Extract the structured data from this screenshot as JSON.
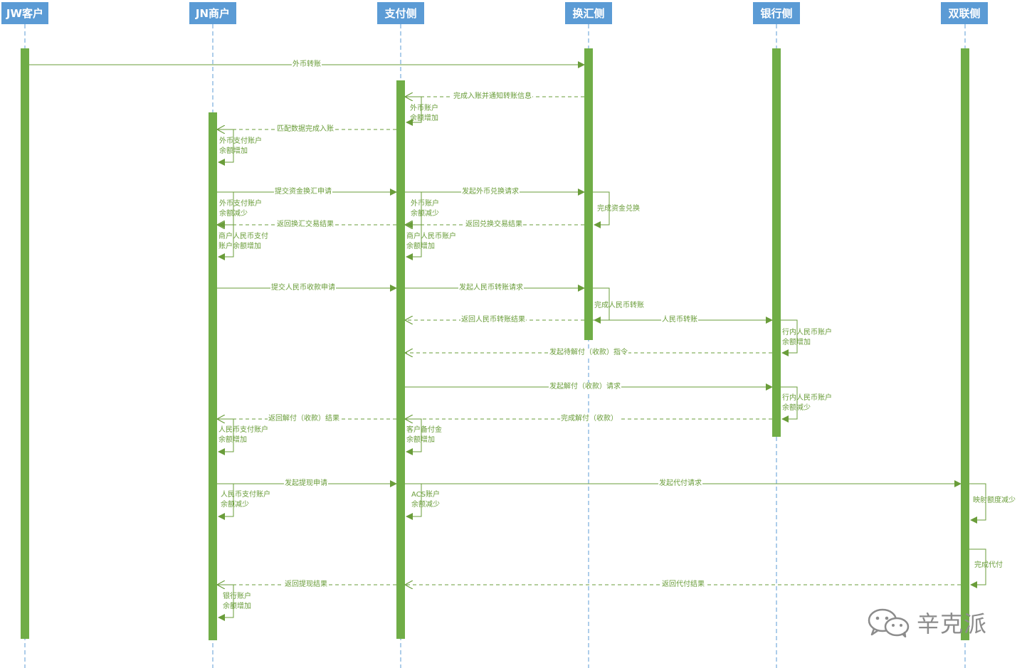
{
  "participants": [
    {
      "key": "jw",
      "label": "JW客户"
    },
    {
      "key": "jn",
      "label": "JN商户"
    },
    {
      "key": "pay",
      "label": "支付侧"
    },
    {
      "key": "fx",
      "label": "换汇侧"
    },
    {
      "key": "bank",
      "label": "银行侧"
    },
    {
      "key": "union",
      "label": "双联侧"
    }
  ],
  "messages": [
    {
      "label": "外币转账"
    },
    {
      "label": "完成入账并通知转账信息"
    },
    {
      "label": "匹配数据完成入账"
    },
    {
      "label": "提交资金换汇申请"
    },
    {
      "label": "发起外币兑换请求"
    },
    {
      "label": "返回换汇交易结果"
    },
    {
      "label": "返回兑换交易结果"
    },
    {
      "label": "提交人民币收款申请"
    },
    {
      "label": "发起人民币转账请求"
    },
    {
      "label": "返回人民币转账结果"
    },
    {
      "label": "人民币转账"
    },
    {
      "label": "发起待解付（收款）指令"
    },
    {
      "label": "发起解付（收款）请求"
    },
    {
      "label": "返回解付（收款）结果"
    },
    {
      "label": "完成解付（收款）"
    },
    {
      "label": "发起提现申请"
    },
    {
      "label": "发起代付请求"
    },
    {
      "label": "返回提现结果"
    },
    {
      "label": "返回代付结果"
    }
  ],
  "notes": [
    {
      "text": "外币账户\n余额增加"
    },
    {
      "text": "外币支付账户\n余额增加"
    },
    {
      "text": "外币支付账户\n余额减少"
    },
    {
      "text": "外币账户\n余额减少"
    },
    {
      "text": "完成资金兑换"
    },
    {
      "text": "商户人民币支付\n账户余额增加"
    },
    {
      "text": "商户人民币账户\n余额增加"
    },
    {
      "text": "完成人民币转账"
    },
    {
      "text": "行内人民币账户\n余额增加"
    },
    {
      "text": "行内人民币账户\n余额减少"
    },
    {
      "text": "人民币支付账户\n余额增加"
    },
    {
      "text": "客户备付金\n余额增加"
    },
    {
      "text": "人民币支付账户\n余额减少"
    },
    {
      "text": "ACS账户\n余额减少"
    },
    {
      "text": "映射额度减少"
    },
    {
      "text": "完成代付"
    },
    {
      "text": "银行账户\n余额增加"
    }
  ],
  "watermark": {
    "text": "辛克派",
    "icon": "wechat-icon"
  },
  "colors": {
    "header_bg": "#5b9bd5",
    "header_text": "#ffffff",
    "activation": "#70ad47",
    "message": "#6a9d3a",
    "lifeline": "#5b9bd5"
  }
}
